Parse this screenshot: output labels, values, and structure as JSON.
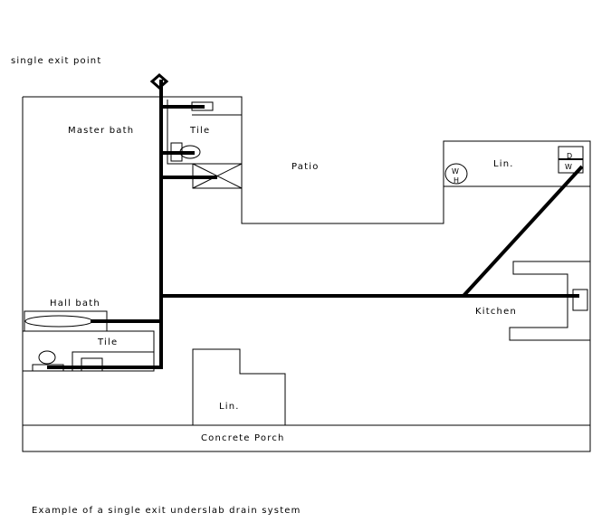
{
  "title_note": "single exit point",
  "caption": "Example of a single exit underslab drain system",
  "rooms": {
    "master_bath": "Master bath",
    "master_tile": "Tile",
    "patio": "Patio",
    "laundry_lin": "Lin.",
    "hall_bath": "Hall bath",
    "hall_tile": "Tile",
    "kitchen": "Kitchen",
    "closet_lin": "Lin.",
    "porch": "Concrete Porch"
  },
  "fixtures": {
    "water_heater_w": "W",
    "water_heater_h": "H",
    "dryer": "D",
    "washer": "W"
  }
}
